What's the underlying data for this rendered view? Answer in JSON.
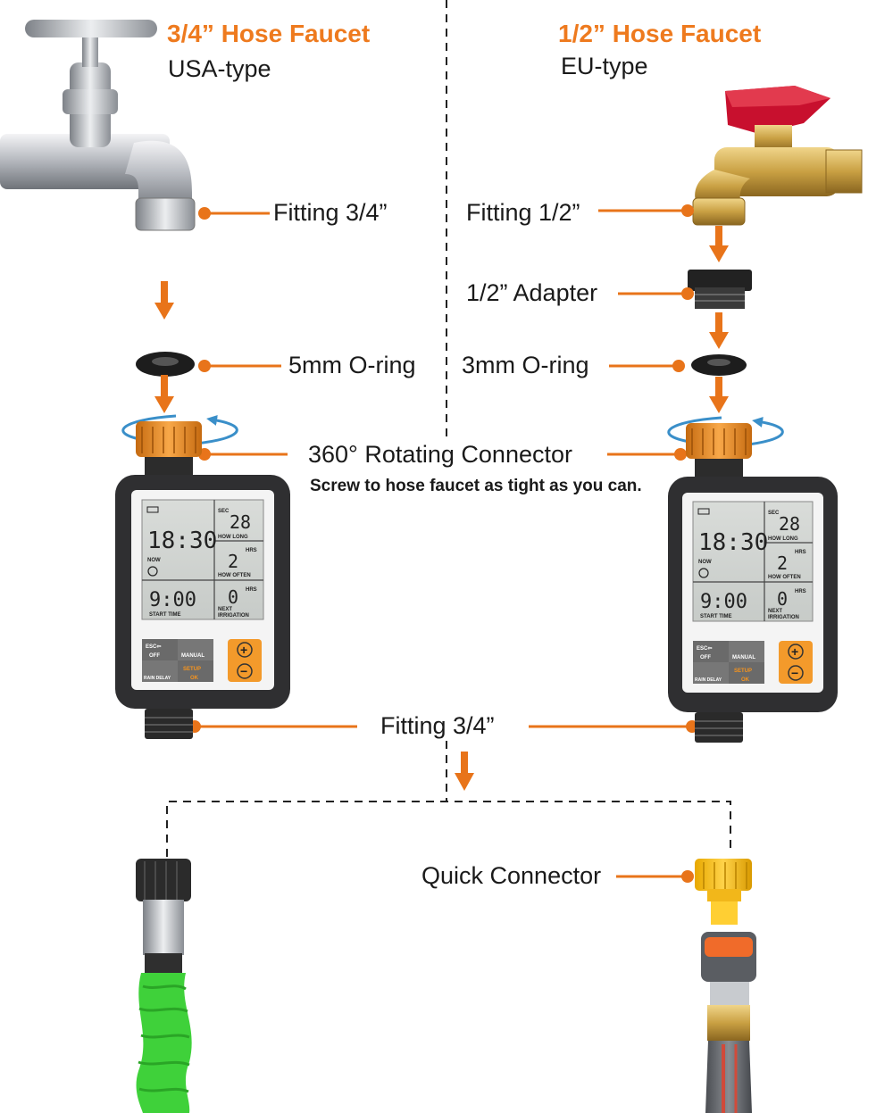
{
  "left": {
    "title": "3/4” Hose Faucet",
    "subtitle": "USA-type",
    "fitting_label": "Fitting 3/4”",
    "oring_label": "5mm O-ring"
  },
  "right": {
    "title": "1/2” Hose Faucet",
    "subtitle": "EU-type",
    "fitting_label": "Fitting 1/2”",
    "adapter_label": "1/2” Adapter",
    "oring_label": "3mm O-ring"
  },
  "connector": {
    "label": "360° Rotating Connector",
    "note": "Screw to hose faucet as tight as you can."
  },
  "outlet": {
    "label": "Fitting 3/4”"
  },
  "quick_connector": {
    "label": "Quick Connector"
  },
  "timer": {
    "sec_label": "SEC",
    "how_long_value": "28",
    "how_long_label": "HOW LONG",
    "time": "18:30",
    "now_label": "NOW",
    "hrs_label": "HRS",
    "how_often_value": "2",
    "how_often_label": "HOW OFTEN",
    "start_time": "9:00",
    "start_label": "START TIME",
    "next_value": "0",
    "next_label_1": "NEXT",
    "next_label_2": "IRRIGATION",
    "btn_esc": "ESC⇦",
    "btn_off": "OFF",
    "btn_manual": "MANUAL",
    "btn_rain": "RAIN DELAY",
    "btn_setup": "SETUP",
    "btn_ok": "OK",
    "btn_plus": "+",
    "btn_minus": "−"
  },
  "colors": {
    "accent": "#ee7a1e",
    "arrow": "#e8741a",
    "rotate_arrow": "#3a8fc9",
    "hose_green": "#3fd13a",
    "brass": "#c9a043",
    "tap_red": "#c8102e"
  },
  "icons": [
    "silver-tap-icon",
    "brass-tap-icon",
    "arrow-down-icon",
    "rotation-arrow-icon",
    "o-ring-icon",
    "adapter-icon",
    "water-timer-icon",
    "garden-hose-icon",
    "quick-connector-icon"
  ]
}
